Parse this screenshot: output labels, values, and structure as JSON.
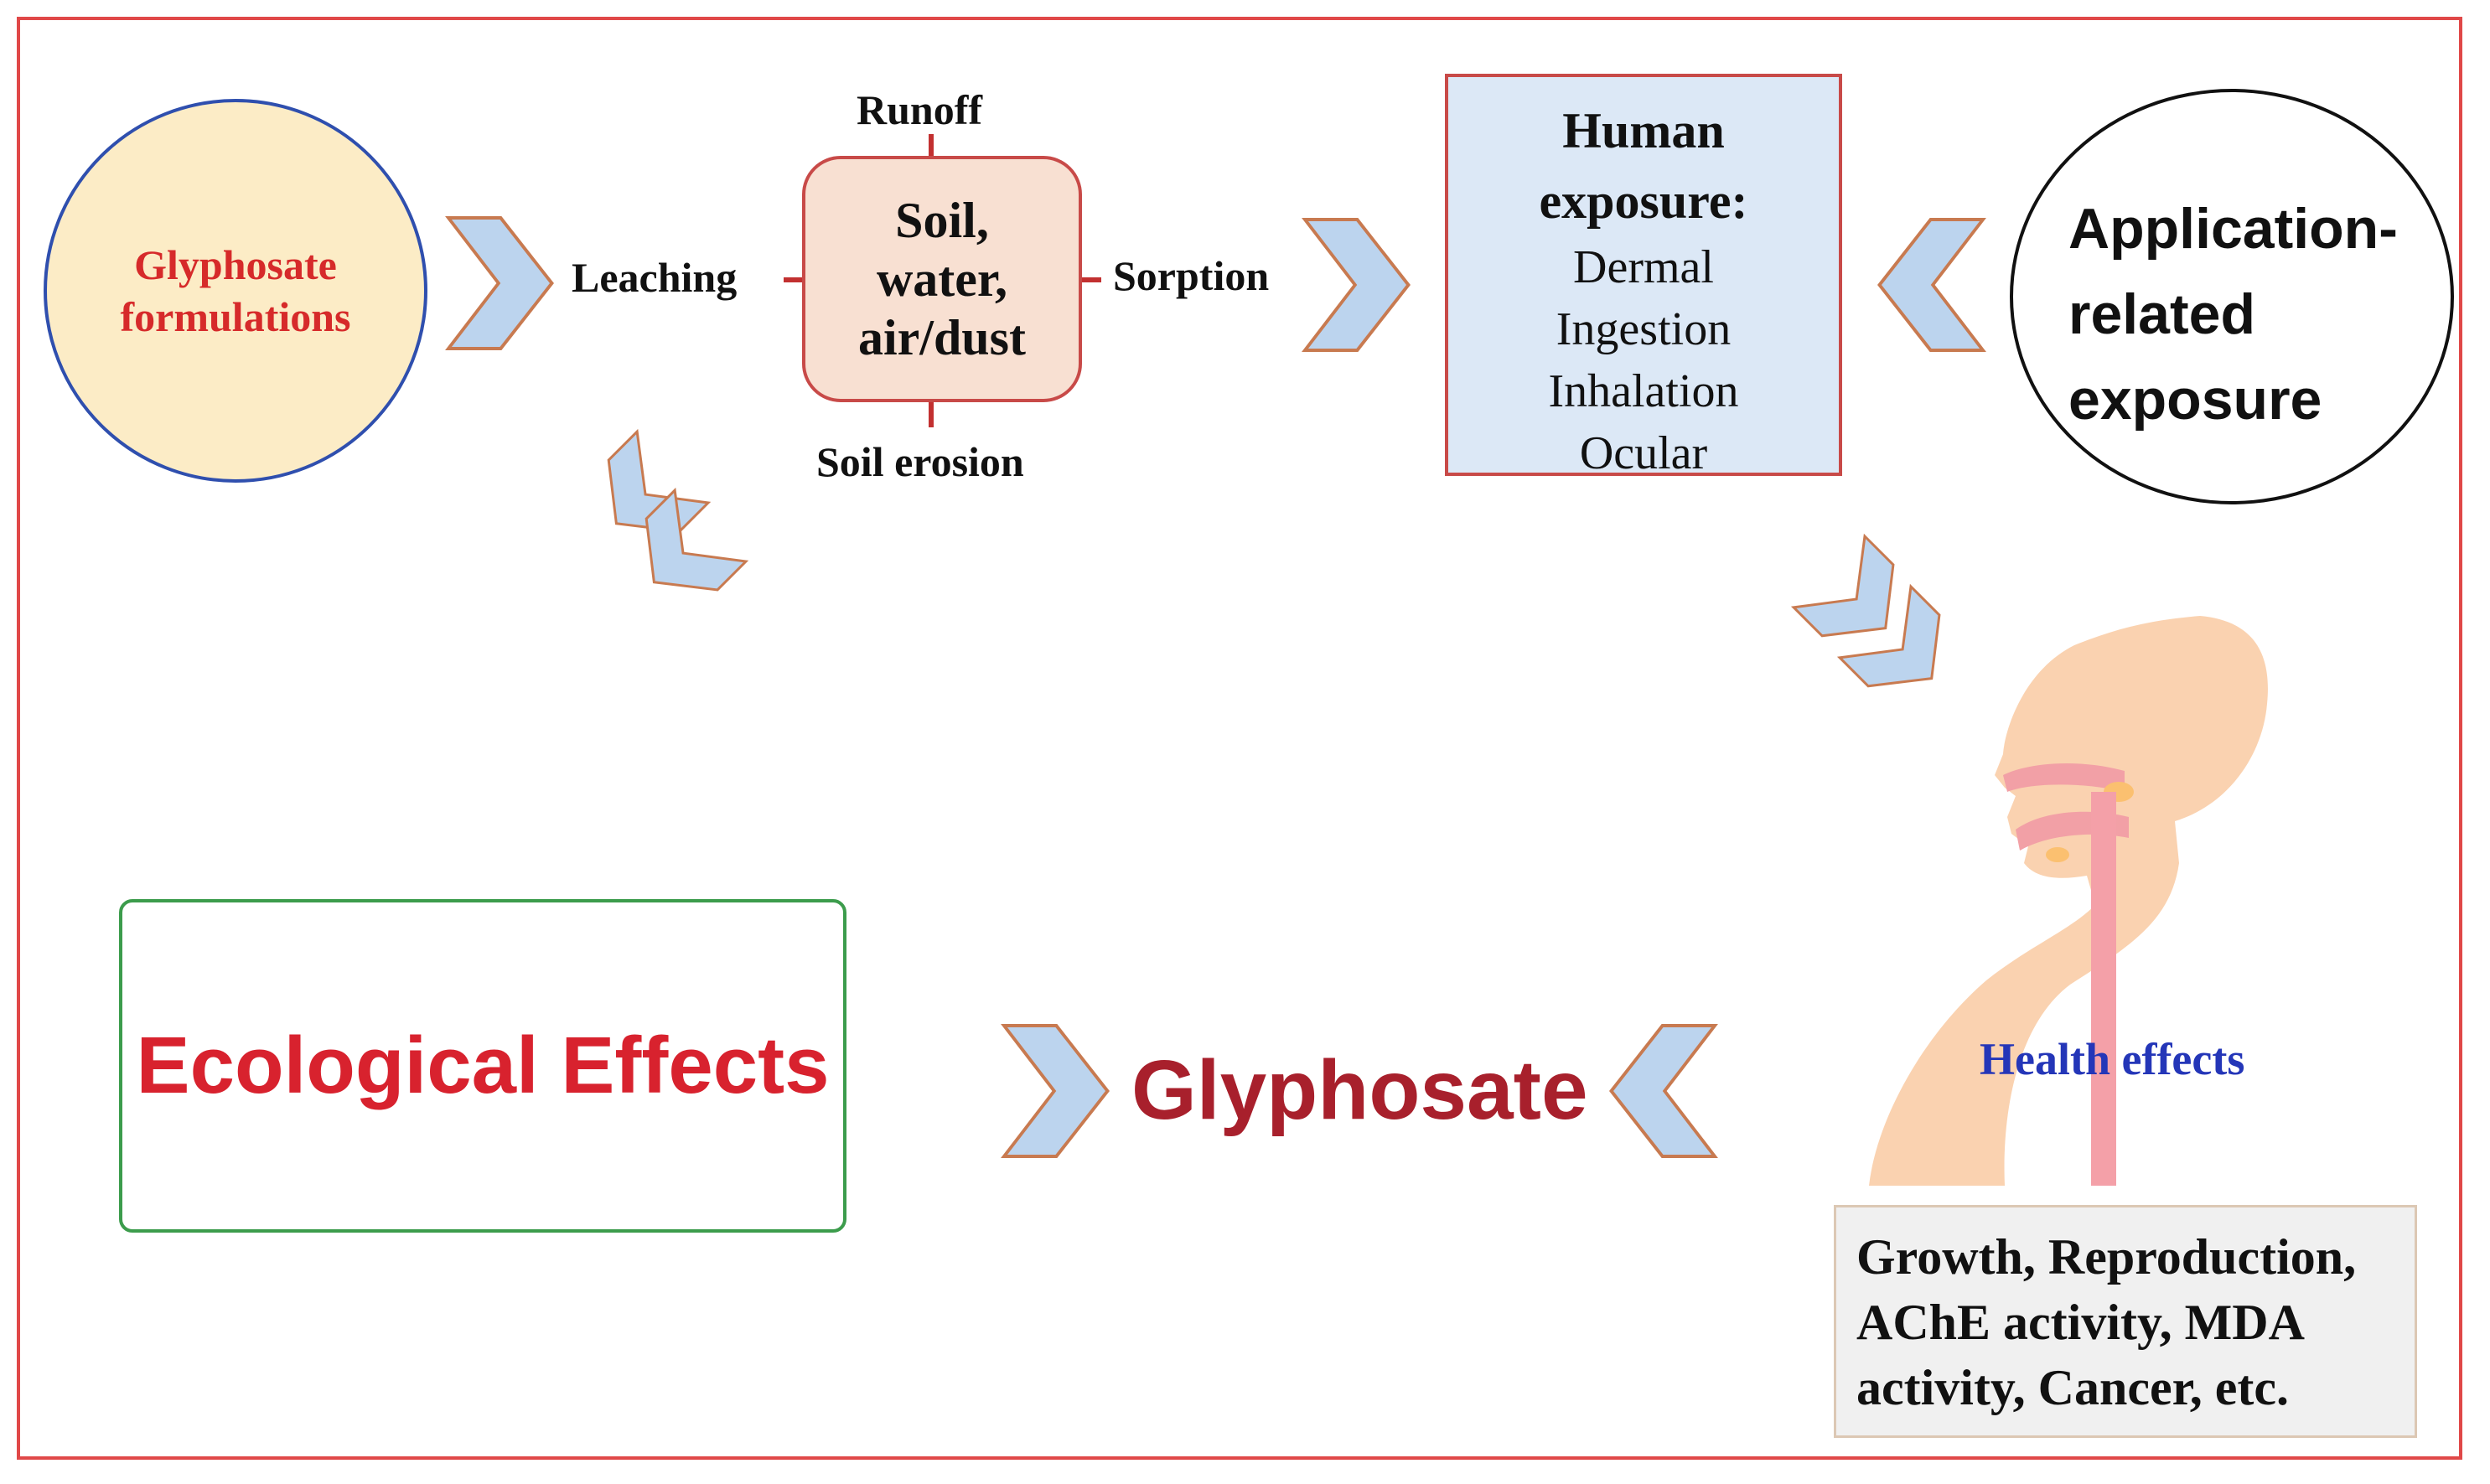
{
  "colors": {
    "frame": "#e04848",
    "chevron_fill": "#bcd4ee",
    "chevron_stroke": "#c87a50",
    "formulations_fill": "#fcecc6",
    "human_box_fill": "#dce8f6",
    "eco_border": "#3c9c4c",
    "skin": "#fad2b0"
  },
  "formulations": {
    "label": "Glyphosate\nformulations"
  },
  "soil": {
    "label": "Soil,\nwater,\nair/dust",
    "runoff": "Runoff",
    "leaching": "Leaching",
    "sorption": "Sorption",
    "erosion": "Soil erosion"
  },
  "human_exposure": {
    "title": "Human\nexposure:",
    "routes": [
      "Dermal",
      "Ingestion",
      "Inhalation",
      "Ocular"
    ]
  },
  "application": {
    "label": "Application-\nrelated\nexposure"
  },
  "ecological": {
    "label": "Ecological Effects"
  },
  "center": {
    "label": "Glyphosate"
  },
  "health": {
    "label": "Health effects",
    "outcomes": "Growth, Reproduction,\nAChE activity, MDA\nactivity,  Cancer, etc."
  }
}
